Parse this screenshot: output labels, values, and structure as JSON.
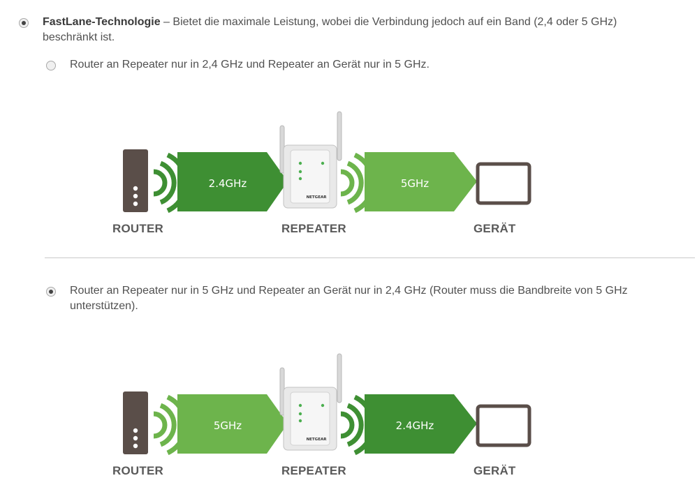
{
  "fastlane": {
    "title": "FastLane-Technologie",
    "description": " – Bietet die maximale Leistung, wobei die Verbindung jedoch auf ein Band (2,4 oder 5 GHz) beschränkt ist.",
    "selected": true
  },
  "option1": {
    "label": "Router an Repeater nur in 2,4 GHz und Repeater an Gerät nur in 5 GHz.",
    "selected": false,
    "diagram": {
      "left_band": "2.4GHz",
      "right_band": "5GHz",
      "router_label": "ROUTER",
      "repeater_label": "REPEATER",
      "device_label": "GERÄT"
    }
  },
  "option2": {
    "label": "Router an Repeater nur in 5 GHz und Repeater an Gerät nur in 2,4 GHz (Router muss die Bandbreite von 5 GHz unterstützen).",
    "selected": true,
    "diagram": {
      "left_band": "5GHz",
      "right_band": "2.4GHz",
      "router_label": "ROUTER",
      "repeater_label": "REPEATER",
      "device_label": "GERÄT"
    }
  },
  "repeater_brand": "NETGEAR",
  "colors": {
    "dark_green": "#3e8f33",
    "light_green": "#6db44c",
    "router": "#5a4e49",
    "device_frame": "#5a4e49"
  }
}
